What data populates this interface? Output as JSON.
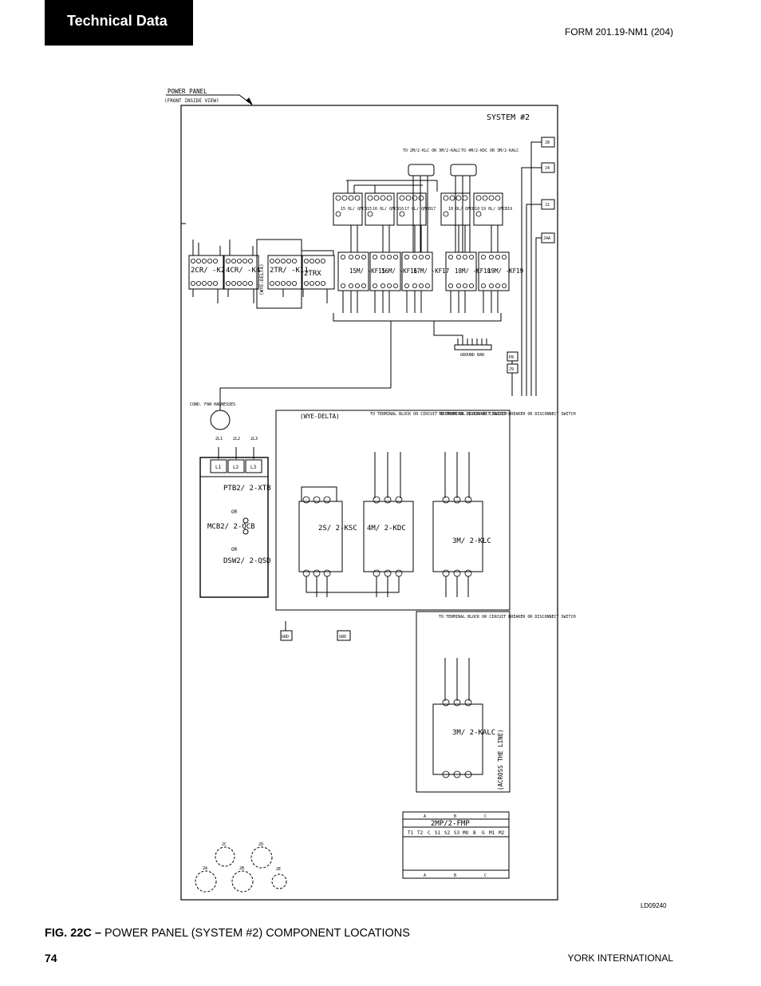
{
  "header": {
    "section_tab": "Technical Data",
    "form_number": "FORM 201.19-NM1 (204)"
  },
  "diagram": {
    "panel_label": "POWER PANEL",
    "panel_sublabel": "(FRONT INSIDE VIEW)",
    "system_label": "SYSTEM #2",
    "connectors": [
      "J8",
      "J4",
      "J2",
      "J4A",
      "P8",
      "J9"
    ],
    "ol_blocks": [
      "15 OL/ QFCB15",
      "16 OL/ QFCB16",
      "17 OL/ QFCB17",
      "18 OL/ QFCB18",
      "19 OL/ QFCB19"
    ],
    "fan_contactors": [
      "15M/ -KF15",
      "16M/ -KF16",
      "17M/ -KF17",
      "18M/ -KF18",
      "19M/ -KF19"
    ],
    "relays": [
      "2CR/ -K2",
      "4CR/ -K4",
      "2TR/ -K11",
      "2TRX"
    ],
    "wye_delta_vertical": "(WYE-DELTA)",
    "to_l2_upper_left": "TO 2M/2-KLC OR 3M/2-KALC",
    "to_l2_upper_right": "TO 4M/2-KDC OR 3M/2-KALC",
    "ground_bar": "GROUND BAR",
    "cond_fan_harnesses": "COND. FAN HARNESSES",
    "terminal_labels": [
      "L1",
      "L2",
      "L3"
    ],
    "ptb": "PTB2/ 2-XTB",
    "or": "OR",
    "mcb": "MCB2/ 2-QCB",
    "dsw": "DSW2/ 2-QSD",
    "wye_delta_box": "(WYE-DELTA)",
    "to_terminal_block": "TO TERMINAL BLOCK OR CIRCUIT BREAKER OR DISCONNECT SWITCH",
    "contactors": [
      "2S/ 2-KSC",
      "4M/ 2-KDC",
      "3M/ 2-KLC"
    ],
    "across_the_line": "(ACROSS THE LINE)",
    "kalc": "3M/ 2-KALC",
    "grd": "GRD",
    "motor_protector": "2MP/2-FMP",
    "mp_terminals": [
      "T1",
      "T2",
      "C",
      "S1",
      "S2",
      "S3",
      "MU",
      "B",
      "G",
      "M1",
      "M2"
    ],
    "mp_phases": [
      "A",
      "B",
      "C"
    ],
    "bottom_circles": [
      "2C",
      "2D",
      "2A",
      "2B",
      "2E"
    ],
    "drawing_id": "LD09240"
  },
  "caption": {
    "fig": "FIG. 22C –",
    "title": "POWER PANEL (SYSTEM #2) COMPONENT LOCATIONS"
  },
  "footer": {
    "page": "74",
    "company": "YORK INTERNATIONAL"
  }
}
